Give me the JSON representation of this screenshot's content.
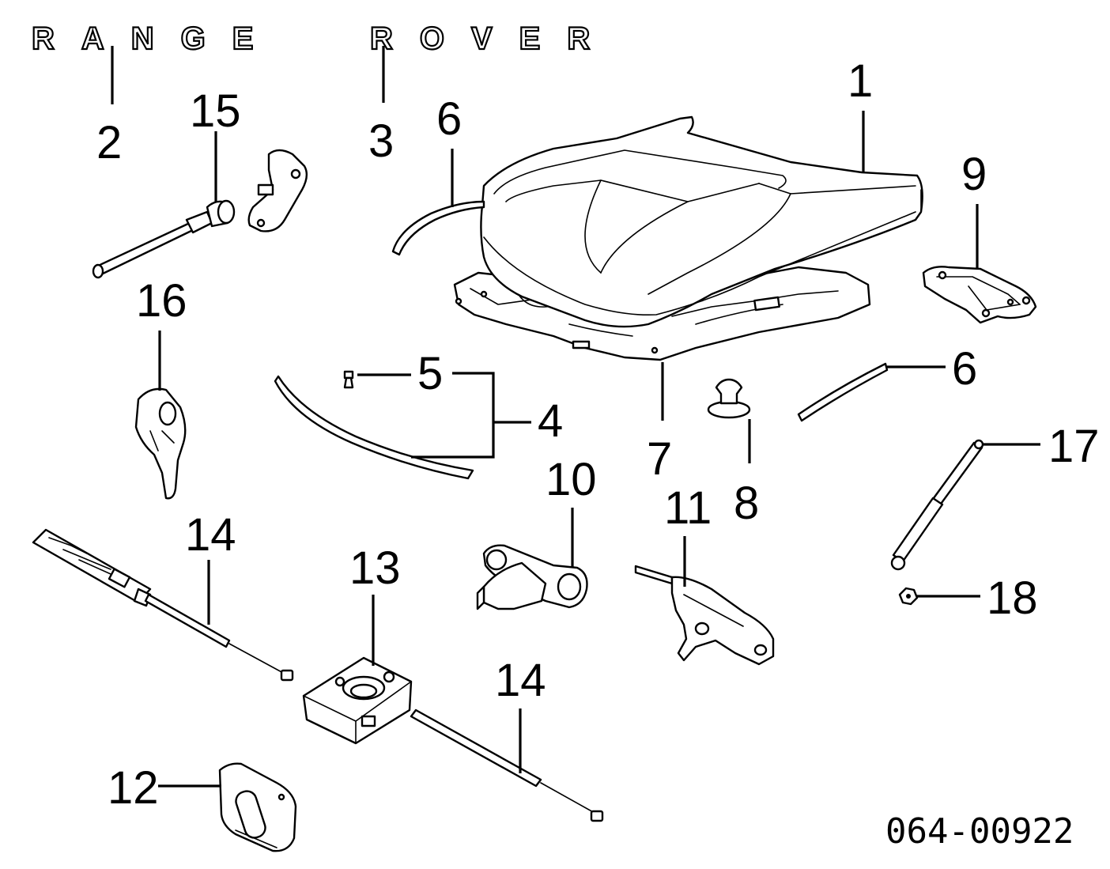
{
  "brand": {
    "word1": "RANGE",
    "word2": "ROVER"
  },
  "reference_code": "064-00922",
  "callouts": {
    "c1": "1",
    "c2": "2",
    "c3": "3",
    "c4": "4",
    "c5": "5",
    "c6a": "6",
    "c6b": "6",
    "c7": "7",
    "c8": "8",
    "c9": "9",
    "c10": "10",
    "c11": "11",
    "c12": "12",
    "c13": "13",
    "c14a": "14",
    "c14b": "14",
    "c15": "15",
    "c16": "16",
    "c17": "17",
    "c18": "18"
  }
}
